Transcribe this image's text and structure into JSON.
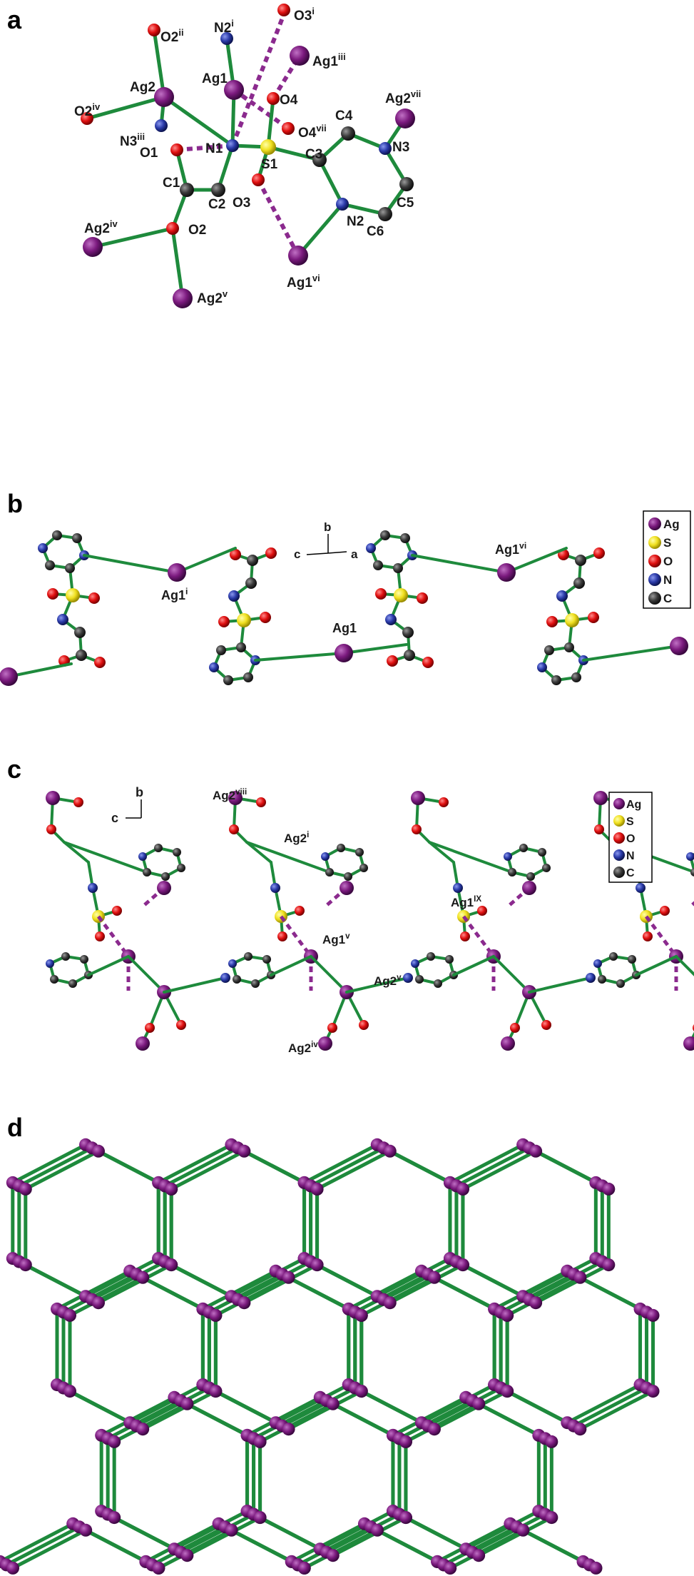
{
  "panels": {
    "a": "a",
    "b": "b",
    "c": "c",
    "d": "d"
  },
  "colors": {
    "bond": "#1e8a3c",
    "Ag": "#7b1a7e",
    "S": "#f0e020",
    "O": "#e01010",
    "N": "#2a3aa8",
    "C": "#3a3a3a",
    "contact": "#8b2a8e"
  },
  "panel_a_labels": {
    "O2ii": {
      "base": "O2",
      "sup": "ii"
    },
    "N2i": {
      "base": "N2",
      "sup": "i"
    },
    "O3i": {
      "base": "O3",
      "sup": "i"
    },
    "Ag1iii": {
      "base": "Ag1",
      "sup": "iii"
    },
    "Ag2": {
      "base": "Ag2",
      "sup": ""
    },
    "Ag1": {
      "base": "Ag1",
      "sup": ""
    },
    "O4": {
      "base": "O4",
      "sup": ""
    },
    "Ag2vii": {
      "base": "Ag2",
      "sup": "vii"
    },
    "O2iv": {
      "base": "O2",
      "sup": "iv"
    },
    "N3iii": {
      "base": "N3",
      "sup": "iii"
    },
    "O4vii": {
      "base": "O4",
      "sup": "vii"
    },
    "C4": {
      "base": "C4",
      "sup": ""
    },
    "O1": {
      "base": "O1",
      "sup": ""
    },
    "N1": {
      "base": "N1",
      "sup": ""
    },
    "S1": {
      "base": "S1",
      "sup": ""
    },
    "C3": {
      "base": "C3",
      "sup": ""
    },
    "N3": {
      "base": "N3",
      "sup": ""
    },
    "C1": {
      "base": "C1",
      "sup": ""
    },
    "C2": {
      "base": "C2",
      "sup": ""
    },
    "O3": {
      "base": "O3",
      "sup": ""
    },
    "C5": {
      "base": "C5",
      "sup": ""
    },
    "Ag2iv": {
      "base": "Ag2",
      "sup": "iv"
    },
    "O2": {
      "base": "O2",
      "sup": ""
    },
    "N2": {
      "base": "N2",
      "sup": ""
    },
    "C6": {
      "base": "C6",
      "sup": ""
    },
    "Ag1vi": {
      "base": "Ag1",
      "sup": "vi"
    },
    "Ag2v": {
      "base": "Ag2",
      "sup": "v"
    }
  },
  "panel_b_labels": {
    "Ag1i": {
      "base": "Ag1",
      "sup": "i"
    },
    "Ag1": {
      "base": "Ag1",
      "sup": ""
    },
    "Ag1vi": {
      "base": "Ag1",
      "sup": "vi"
    },
    "axis_b": "b",
    "axis_c": "c",
    "axis_a": "a"
  },
  "panel_c_labels": {
    "Ag2viii": {
      "base": "Ag2",
      "sup": "viii"
    },
    "Ag2i": {
      "base": "Ag2",
      "sup": "i"
    },
    "Ag1v": {
      "base": "Ag1",
      "sup": "v"
    },
    "Ag1IX": {
      "base": "Ag1",
      "sup": "IX"
    },
    "Ag2v": {
      "base": "Ag2",
      "sup": "v"
    },
    "Ag2iv": {
      "base": "Ag2",
      "sup": "iv"
    },
    "axis_b": "b",
    "axis_c": "c"
  },
  "legend": [
    "Ag",
    "S",
    "O",
    "N",
    "C"
  ]
}
